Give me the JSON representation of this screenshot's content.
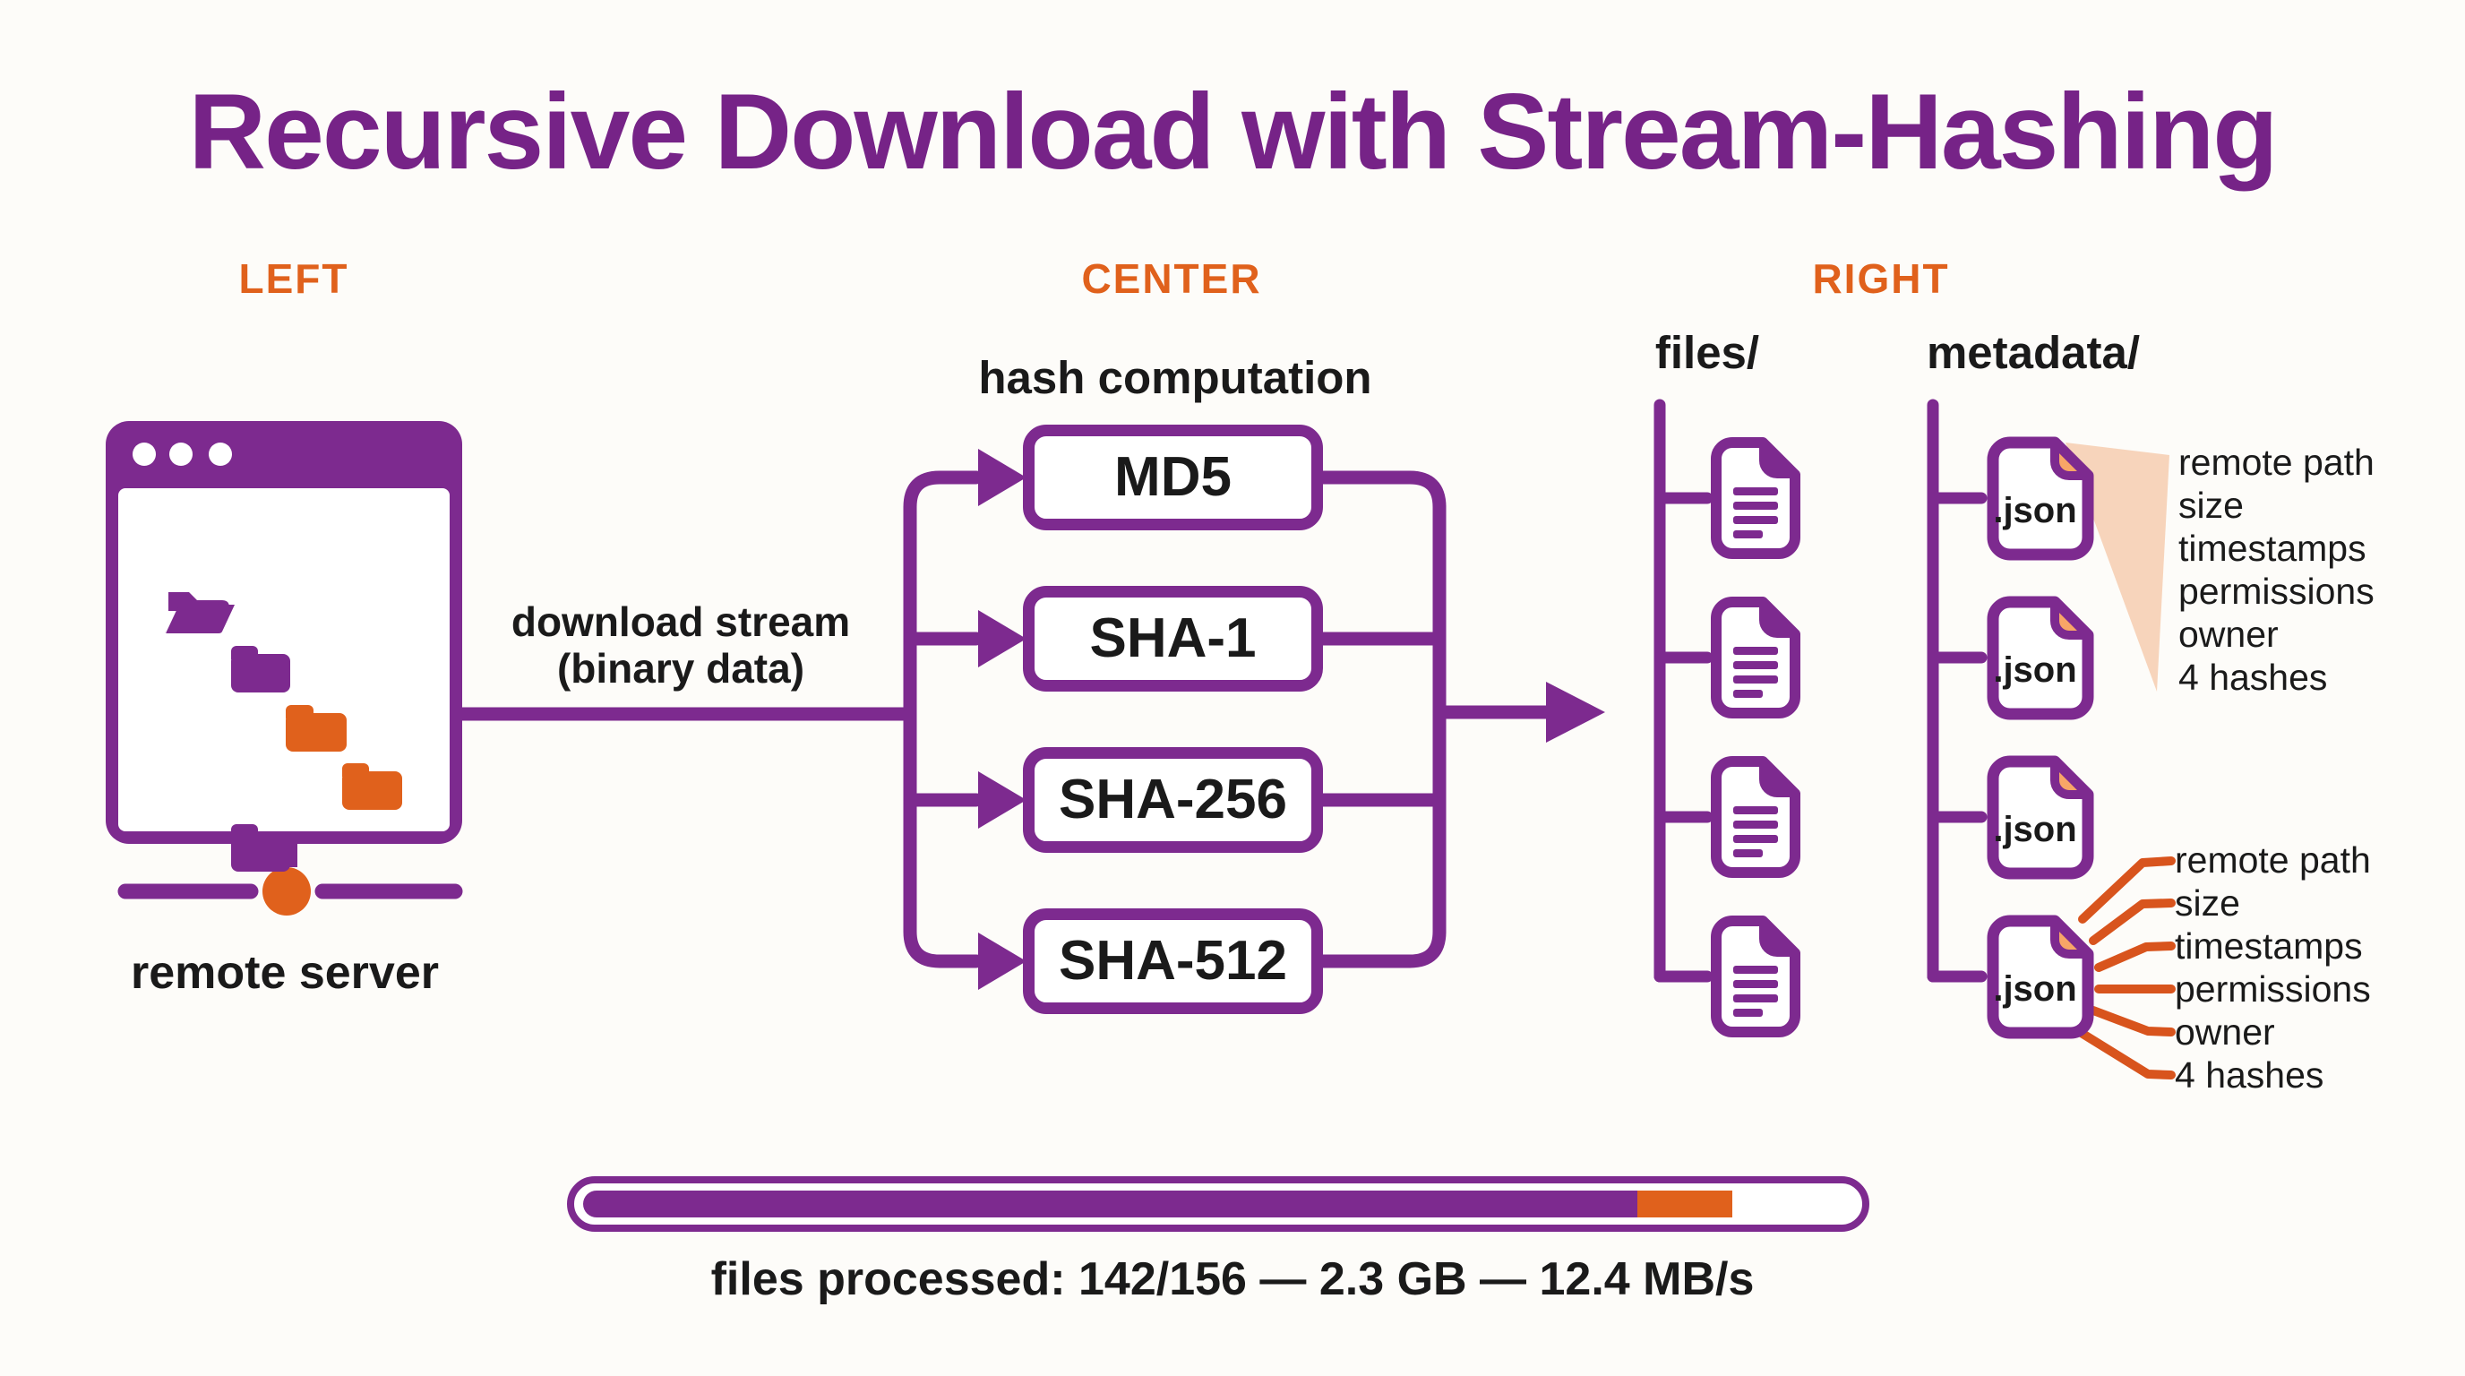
{
  "title": "Recursive Download with Stream-Hashing",
  "zones": {
    "left": "LEFT",
    "center": "CENTER",
    "right": "RIGHT"
  },
  "left": {
    "server_label": "remote server"
  },
  "center": {
    "heading": "hash computation",
    "stream_label_line1": "download stream",
    "stream_label_line2": "(binary data)",
    "hash_boxes": [
      "MD5",
      "SHA-1",
      "SHA-256",
      "SHA-512"
    ]
  },
  "right": {
    "files_heading": "files/",
    "metadata_heading": "metadata/",
    "json_label": ".json",
    "annotation_top": {
      "items": [
        "remote path",
        "size",
        "timestamps",
        "permissions",
        "owner",
        "4 hashes"
      ]
    },
    "annotation_bottom": {
      "items": [
        "remote path",
        "size",
        "timestamps",
        "permissions",
        "owner",
        "4 hashes"
      ]
    }
  },
  "progress": {
    "status": "files processed: 142/156 — 2.3 GB — 12.4 MB/s",
    "purple_fraction_percent": 83,
    "orange_fraction_percent": 7.5
  },
  "colors": {
    "purple": "#7d2a8f",
    "orange": "#e0611c",
    "orange_line": "#d8541d",
    "json_fold": "#f8a667",
    "peach_callout": "#f6cfb4",
    "text": "#1a1a1a",
    "background": "#fdfcf9"
  }
}
